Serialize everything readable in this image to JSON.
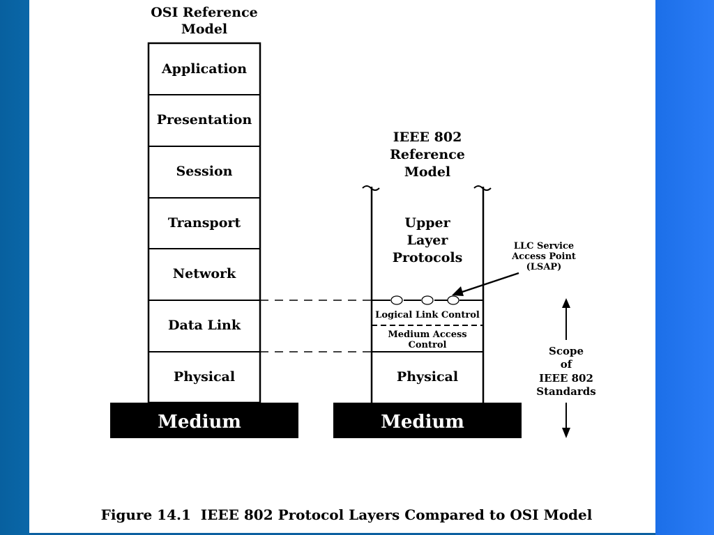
{
  "colors": {
    "slide_background": "#ffffff",
    "frame_left": "#0a67a8",
    "frame_right": "#2a7cf6",
    "ink": "#000000",
    "medium_fill": "#000000",
    "medium_text": "#ffffff"
  },
  "osi": {
    "title_line1": "OSI Reference",
    "title_line2": "Model",
    "layers": [
      "Application",
      "Presentation",
      "Session",
      "Transport",
      "Network",
      "Data Link",
      "Physical"
    ],
    "medium": "Medium"
  },
  "ieee": {
    "title_line1": "IEEE 802",
    "title_line2": "Reference",
    "title_line3": "Model",
    "upper_line1": "Upper",
    "upper_line2": "Layer",
    "upper_line3": "Protocols",
    "llc": "Logical Link Control",
    "mac_line1": "Medium Access",
    "mac_line2": "Control",
    "physical": "Physical",
    "medium": "Medium"
  },
  "lsap": {
    "line1": "LLC Service",
    "line2": "Access Point",
    "line3": "(LSAP)"
  },
  "scope": {
    "line1": "Scope",
    "line2": "of",
    "line3": "IEEE 802",
    "line4": "Standards"
  },
  "caption": "Figure 14.1  IEEE 802 Protocol Layers Compared to OSI Model"
}
